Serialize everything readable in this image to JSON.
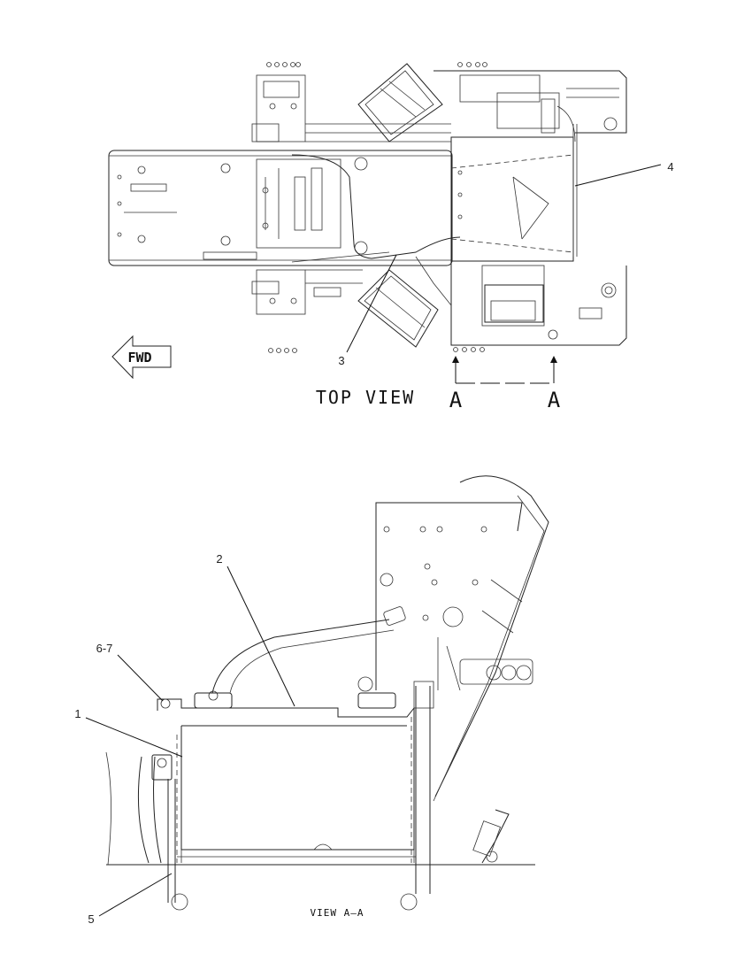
{
  "top_view": {
    "title": "TOP VIEW",
    "fwd_label": "FWD",
    "section_label_left": "A",
    "section_label_right": "A"
  },
  "view_aa": {
    "title": "VIEW A–A"
  },
  "callouts": [
    {
      "id": "c4",
      "text": "4"
    },
    {
      "id": "c3",
      "text": "3"
    },
    {
      "id": "c2",
      "text": "2"
    },
    {
      "id": "c67",
      "text": "6-7"
    },
    {
      "id": "c1",
      "text": "1"
    },
    {
      "id": "c5",
      "text": "5"
    }
  ]
}
